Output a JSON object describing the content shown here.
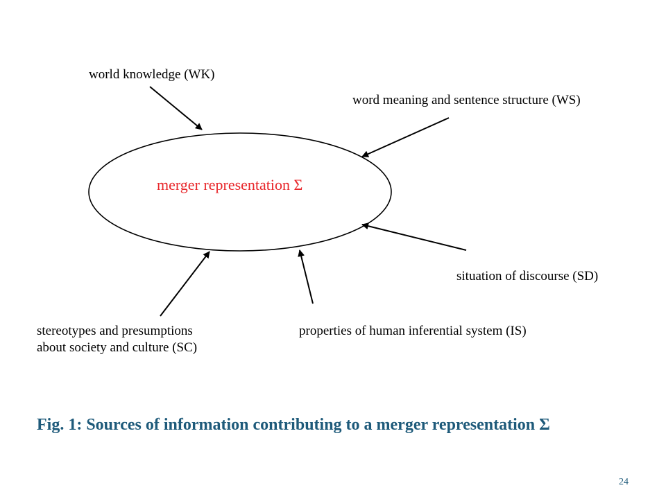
{
  "diagram": {
    "center": {
      "label": "merger representation Σ",
      "color": "#e8262a"
    },
    "sources": [
      {
        "id": "wk",
        "lines": [
          "world knowledge (WK)"
        ]
      },
      {
        "id": "ws",
        "lines": [
          "word meaning and sentence structure (WS)"
        ]
      },
      {
        "id": "sd",
        "lines": [
          "situation of discourse (SD)"
        ]
      },
      {
        "id": "sc",
        "lines": [
          "stereotypes and presumptions",
          "about society and culture (SC)"
        ]
      },
      {
        "id": "is",
        "lines": [
          "properties of human inferential system (IS)"
        ]
      }
    ]
  },
  "caption": {
    "text": "Fig. 1: Sources of information contributing to a merger representation Σ",
    "color": "#1e5a7a"
  },
  "page_number": "24"
}
